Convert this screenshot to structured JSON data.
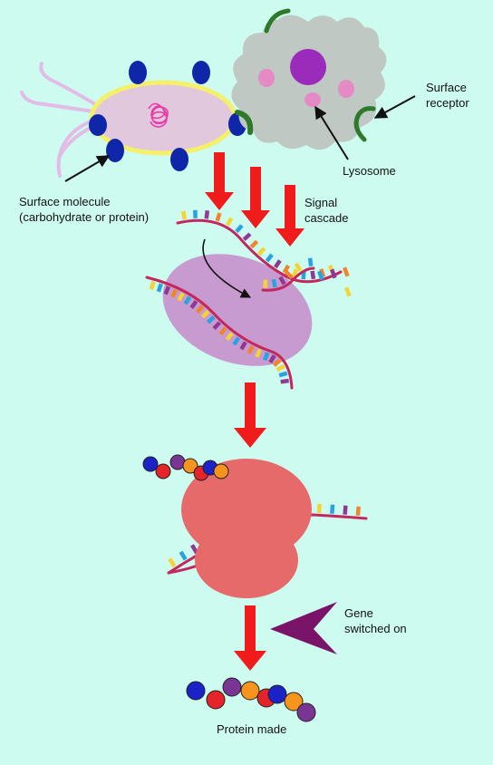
{
  "labels": {
    "surface_receptor_line1": "Surface",
    "surface_receptor_line2": "receptor",
    "lysosome": "Lysosome",
    "surface_molecule_line1": "Surface molecule",
    "surface_molecule_line2": "(carbohydrate or protein)",
    "signal_cascade_line1": "Signal",
    "signal_cascade_line2": "cascade",
    "gene_switched_on_line1": "Gene",
    "gene_switched_on_line2": "switched on",
    "protein_made": "Protein made"
  },
  "colors": {
    "background": "#cdfbef",
    "bacterium_fill": "#e2c8dc",
    "bacterium_outline": "#f4f06a",
    "surface_molecule": "#1026a8",
    "receptor": "#2d7a2a",
    "immune_cell": "#bfc8c3",
    "nucleus": "#9b2bbb",
    "lysosome": "#e58ac4",
    "arrow_red": "#f01c1c",
    "nucleus_region": "#c89bd0",
    "ribosome": "#e66a6a",
    "strand": "#c4275e",
    "chevron": "#7a1468"
  },
  "base_colors": [
    "#f3d432",
    "#2aa2e0",
    "#8e3a94",
    "#f0852d"
  ],
  "bead_colors": [
    "#1a22c8",
    "#e5242a",
    "#7a3494",
    "#f7941d"
  ]
}
